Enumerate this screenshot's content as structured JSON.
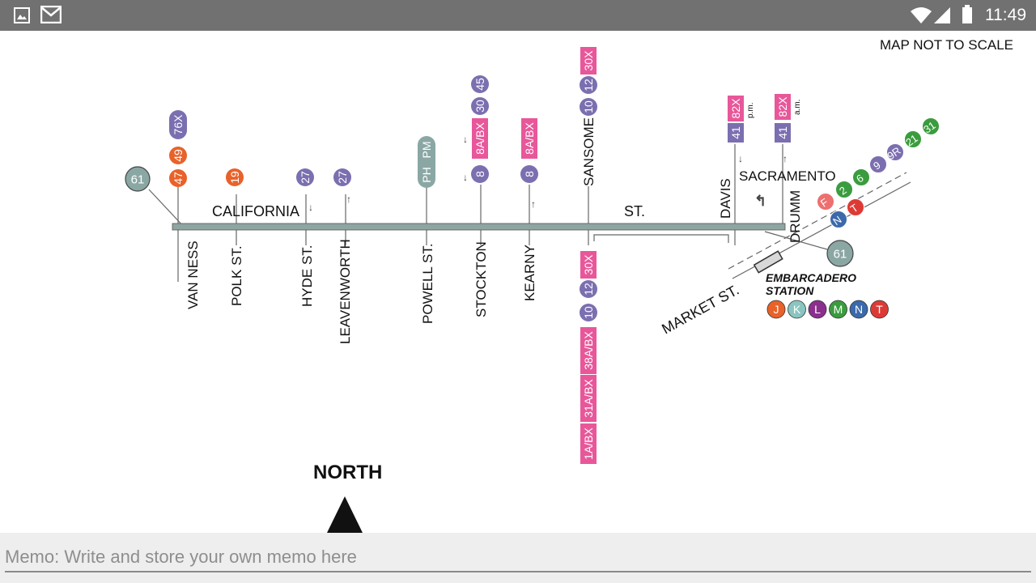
{
  "status_bar": {
    "time": "11:49",
    "left_icons": [
      "image-icon",
      "gmail-icon"
    ],
    "right_icons": [
      "wifi-icon",
      "signal-icon",
      "battery-icon"
    ]
  },
  "map": {
    "note": "MAP NOT TO SCALE",
    "main_street": [
      "CALIFORNIA",
      "ST."
    ],
    "cross_streets_south": [
      "VAN NESS",
      "POLK ST.",
      "HYDE ST.",
      "LEAVENWORTH",
      "POWELL ST.",
      "STOCKTON",
      "KEARNY"
    ],
    "cross_streets_north": [
      "SANSOME",
      "DAVIS",
      "DRUMM"
    ],
    "other_streets": [
      "SACRAMENTO",
      "MARKET ST."
    ],
    "station": [
      "EMBARCADERO",
      "STATION"
    ],
    "north_label": "NORTH",
    "route_badges": {
      "van_ness": [
        "47",
        "49",
        "76X"
      ],
      "van_ness_61": "61",
      "polk": "19",
      "hyde": "27",
      "leavenworth": "27",
      "powell": [
        "PH",
        "PM"
      ],
      "stockton": [
        "8",
        "8A/BX",
        "30",
        "45"
      ],
      "kearny": [
        "8",
        "8A/BX"
      ],
      "sansome_north": [
        "10",
        "12",
        "30X"
      ],
      "sansome_south": [
        "1A/BX",
        "31A/BX",
        "38A/BX",
        "10",
        "12",
        "30X"
      ],
      "davis": [
        "41",
        "82X"
      ],
      "davis_note": "p.m.",
      "drumm": [
        "41",
        "82X"
      ],
      "drumm_note": "a.m.",
      "drumm_61": "61",
      "market": [
        "N",
        "T",
        "F",
        "2",
        "6",
        "9",
        "9R",
        "21",
        "31"
      ],
      "station_lines": [
        "J",
        "K",
        "L",
        "M",
        "N",
        "T"
      ]
    },
    "colors": {
      "purple": "#7b6fb0",
      "pink": "#e8579a",
      "orange": "#e8622a",
      "teal_gray": "#8aa7a4",
      "green": "#3a9c3e",
      "blue": "#3b69ab",
      "red": "#de3a35",
      "street": "#8fa5a3"
    }
  },
  "memo": {
    "placeholder": "Memo: Write and store your own memo here",
    "value": ""
  }
}
